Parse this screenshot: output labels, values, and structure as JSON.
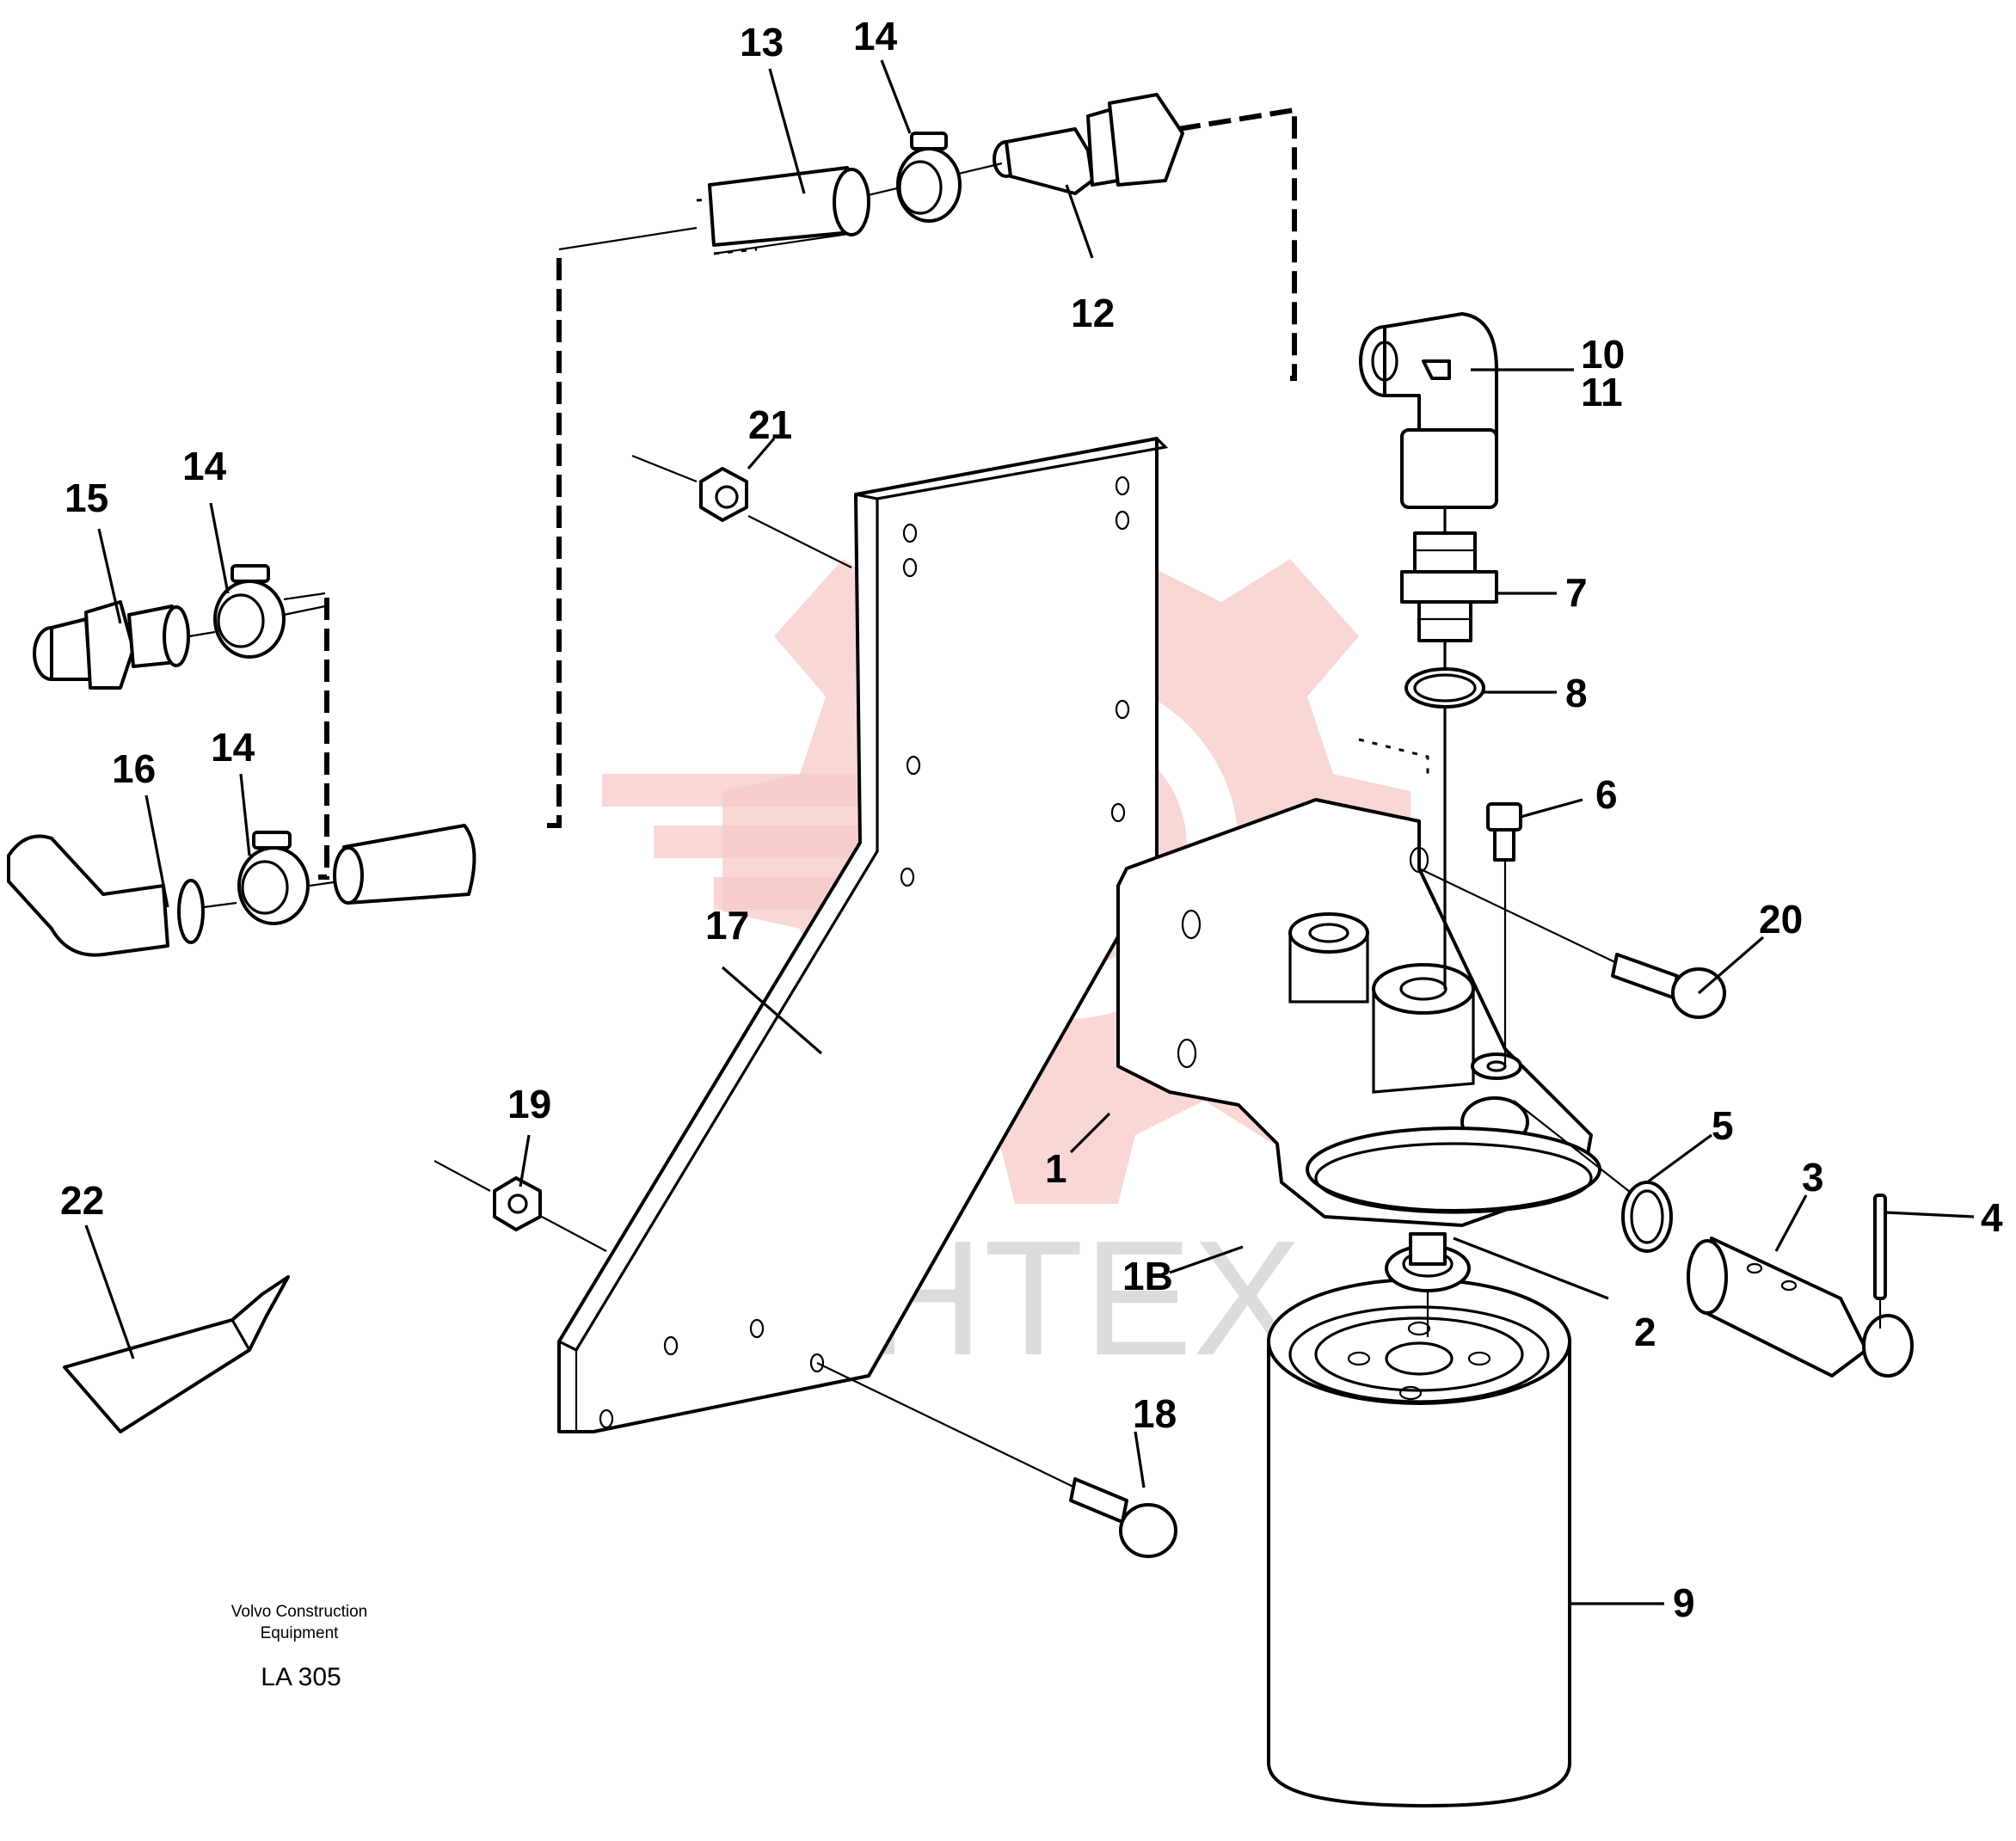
{
  "callouts": {
    "c1": "1",
    "c1b": "1B",
    "c2": "2",
    "c3": "3",
    "c4": "4",
    "c5": "5",
    "c6": "6",
    "c7": "7",
    "c8": "8",
    "c9": "9",
    "c10": "10",
    "c11": "11",
    "c12": "12",
    "c13": "13",
    "c14a": "14",
    "c14b": "14",
    "c14c": "14",
    "c15": "15",
    "c16": "16",
    "c17": "17",
    "c18": "18",
    "c19": "19",
    "c20": "20",
    "c21": "21",
    "c22": "22"
  },
  "caption": {
    "maker_line1": "Volvo Construction",
    "maker_line2": "Equipment",
    "code": "LA 305"
  },
  "watermark": {
    "text": "ИНТЕХ",
    "logo_color": "#f7c9c9",
    "text_color": "#dcdcdc"
  }
}
